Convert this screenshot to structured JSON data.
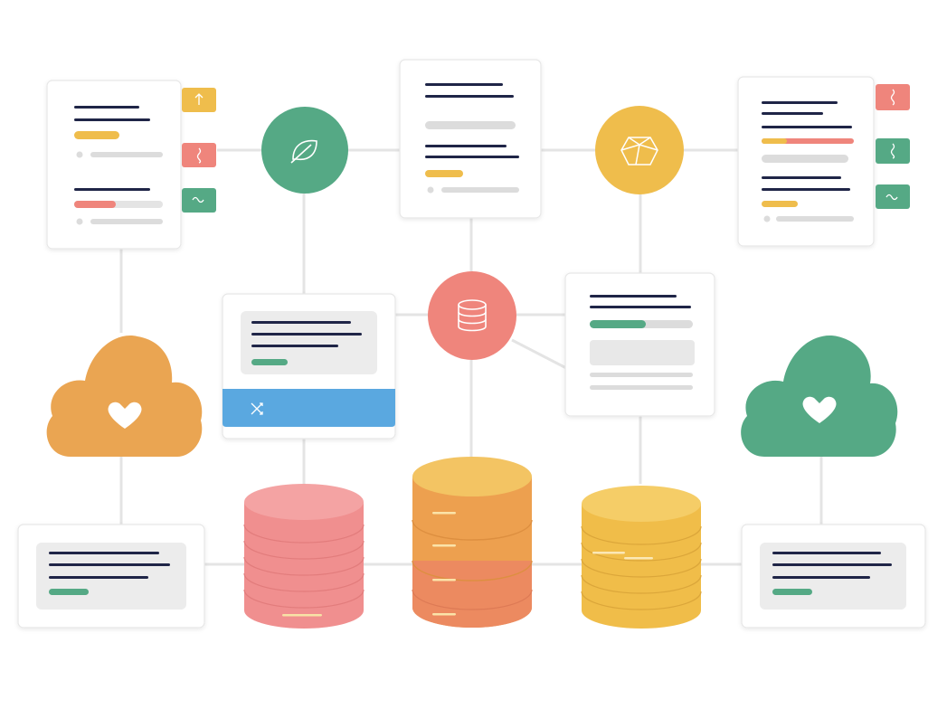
{
  "diagram": {
    "title": "",
    "colors": {
      "green": "#55a985",
      "yellow": "#efbd4c",
      "coral": "#ef857c",
      "pink": "#f08f8f",
      "orange": "#eaa552",
      "blue": "#5aa8e0",
      "navy": "#1f2547",
      "connector": "#e4e4e4"
    },
    "nodes": [
      {
        "id": "doc-card-top-left",
        "kind": "document"
      },
      {
        "id": "tag-yellow",
        "kind": "tag",
        "icon": "arrow-icon"
      },
      {
        "id": "tag-pink",
        "kind": "tag",
        "icon": "squiggle-icon"
      },
      {
        "id": "tag-green",
        "kind": "tag",
        "icon": "squiggle-icon"
      },
      {
        "id": "leaf-circle",
        "kind": "circle",
        "icon": "leaf-icon"
      },
      {
        "id": "doc-card-top-center",
        "kind": "document"
      },
      {
        "id": "gem-circle",
        "kind": "circle",
        "icon": "gem-icon"
      },
      {
        "id": "doc-card-top-right",
        "kind": "document"
      },
      {
        "id": "database-circle",
        "kind": "circle",
        "icon": "database-icon"
      },
      {
        "id": "blue-footer-card",
        "kind": "card",
        "icon": "shuffle-icon"
      },
      {
        "id": "doc-card-mid-right",
        "kind": "document"
      },
      {
        "id": "cloud-orange",
        "kind": "cloud",
        "icon": "heart-icon"
      },
      {
        "id": "cloud-green",
        "kind": "cloud",
        "icon": "heart-icon"
      },
      {
        "id": "db-stack-pink",
        "kind": "database"
      },
      {
        "id": "db-stack-orange",
        "kind": "database"
      },
      {
        "id": "db-stack-yellow",
        "kind": "database"
      },
      {
        "id": "doc-card-bottom-left",
        "kind": "document"
      },
      {
        "id": "doc-card-bottom-right",
        "kind": "document"
      }
    ]
  }
}
